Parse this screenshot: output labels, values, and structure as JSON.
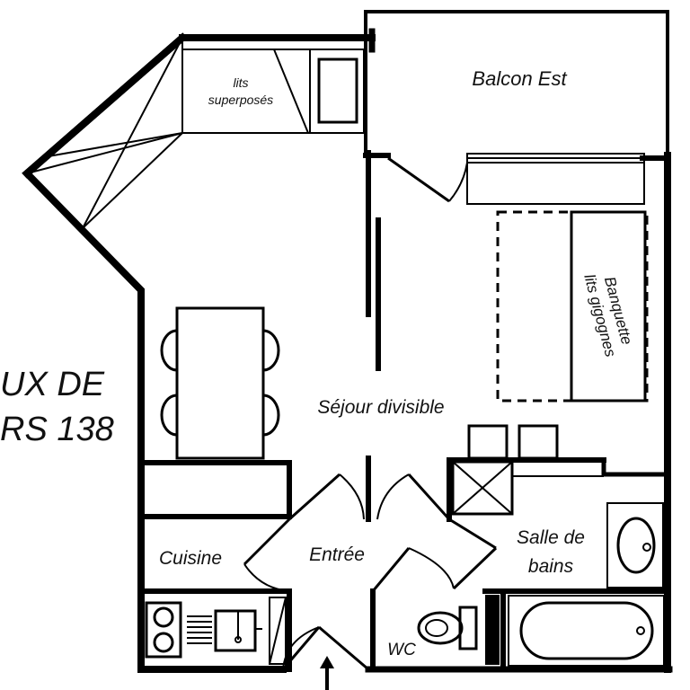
{
  "rooms": {
    "lits_line1": "lits",
    "lits_line2": "superposés",
    "balcon": "Balcon Est",
    "banquette_line1": "Banquette",
    "banquette_line2": "lits gigognes",
    "sejour": "Séjour divisible",
    "cuisine": "Cuisine",
    "entree": "Entrée",
    "sdb_line1": "Salle de",
    "sdb_line2": "bains",
    "wc": "WC"
  },
  "side_text": {
    "line1": "UX DE",
    "line2": "RS 138"
  },
  "colors": {
    "wall": "#000000",
    "text": "#111111",
    "background": "#ffffff"
  }
}
